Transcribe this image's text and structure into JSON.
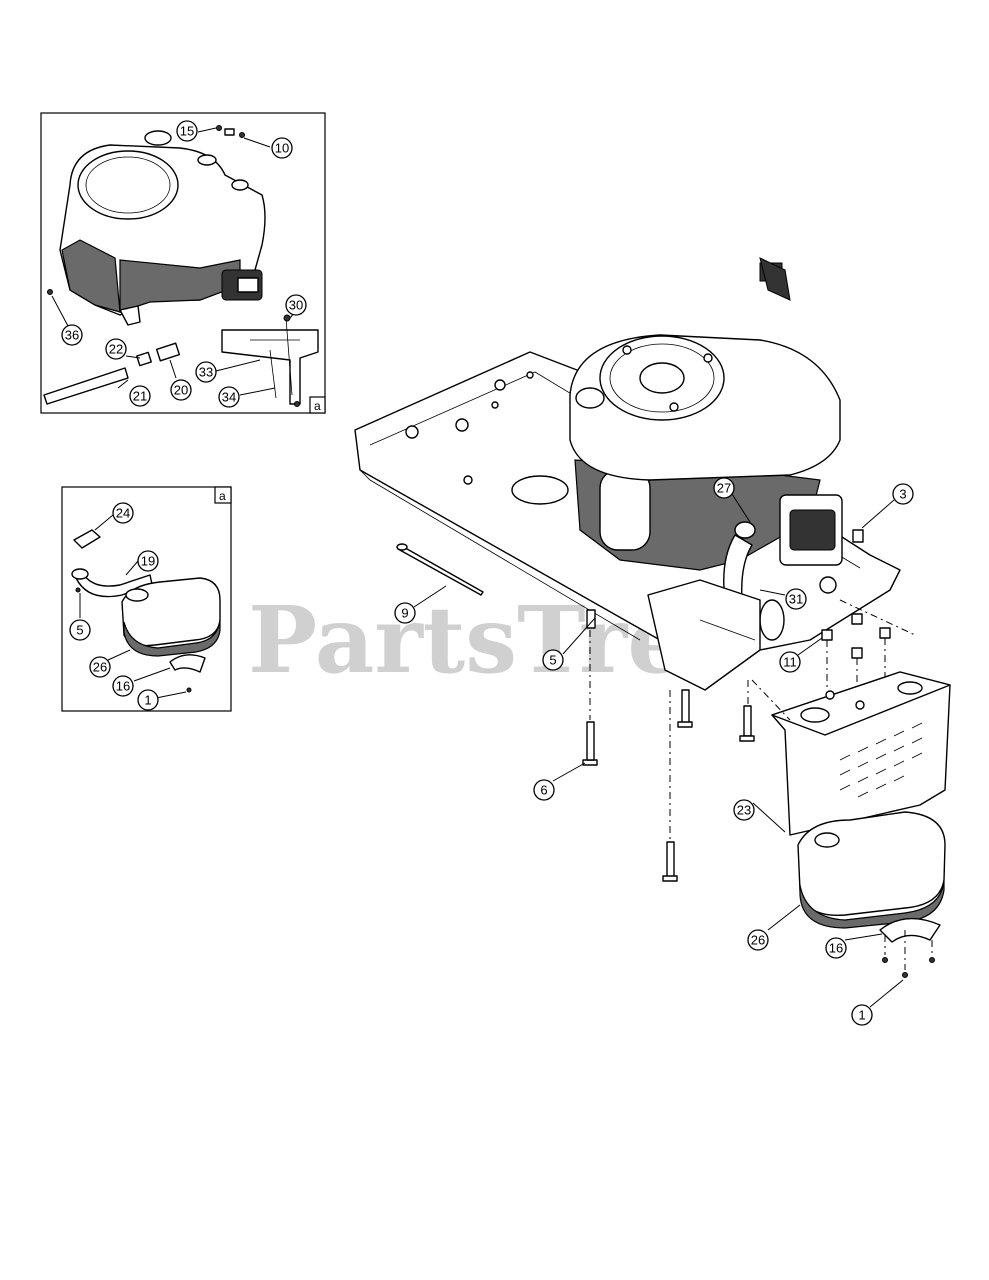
{
  "watermark": "PartsTree",
  "insets": [
    {
      "id": "engine-inset",
      "tag": "a"
    },
    {
      "id": "muffler-inset",
      "tag": "a"
    }
  ],
  "callouts": {
    "c15": "15",
    "c10": "10",
    "c36": "36",
    "c30": "30",
    "c22": "22",
    "c33": "33",
    "c21": "21",
    "c20": "20",
    "c34": "34",
    "c24": "24",
    "c19": "19",
    "c5a": "5",
    "c26a": "26",
    "c16a": "16",
    "c1a": "1",
    "c3": "3",
    "c27": "27",
    "c9": "9",
    "c31": "31",
    "c5b": "5",
    "c11": "11",
    "c6": "6",
    "c23": "23",
    "c26b": "26",
    "c16b": "16",
    "c1b": "1"
  }
}
